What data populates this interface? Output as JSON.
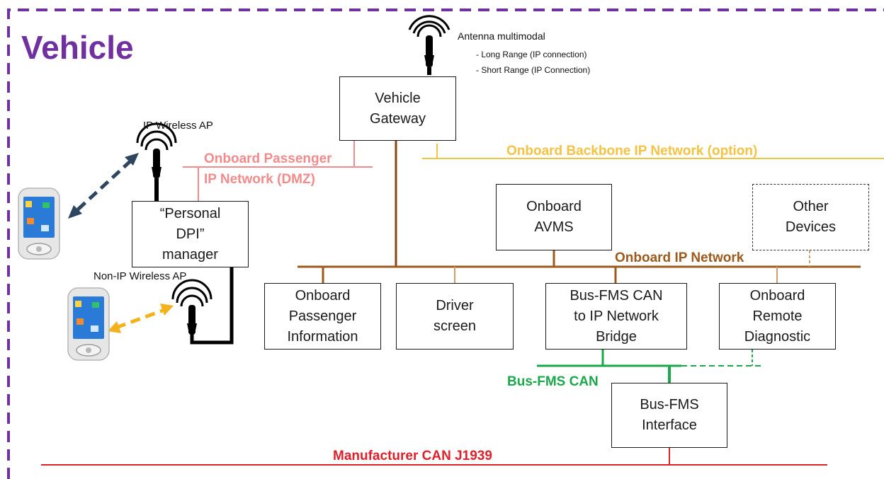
{
  "title": "Vehicle",
  "antenna": {
    "label": "Antenna multimodal",
    "sub": [
      "- Long Range (IP connection)",
      "- Short Range (IP Connection)"
    ]
  },
  "networks": {
    "passenger_line1": "Onboard Passenger",
    "passenger_line2": "IP Network (DMZ)",
    "backbone": "Onboard Backbone IP Network (option)",
    "onboard_ip": "Onboard IP Network",
    "bus_fms_can": "Bus-FMS CAN",
    "manufacturer_can": "Manufacturer CAN J1939"
  },
  "access_points": {
    "ip_wireless": "IP Wireless AP",
    "non_ip_wireless": "Non-IP Wireless AP"
  },
  "boxes": {
    "gateway": "Vehicle\nGateway",
    "dpi_manager": "“Personal\nDPI”\nmanager",
    "avms": "Onboard\nAVMS",
    "other_devices": "Other\nDevices",
    "passenger_info": "Onboard\nPassenger\nInformation",
    "driver_screen": "Driver\nscreen",
    "bridge": "Bus-FMS CAN\nto IP Network\nBridge",
    "remote_diag": "Onboard\nRemote\nDiagnostic",
    "fms_interface": "Bus-FMS\nInterface"
  },
  "colors": {
    "title": "#7030a0",
    "frame": "#7030a0",
    "passenger_net": "#f28b8b",
    "backbone_net": "#f5c242",
    "onboard_ip_net": "#9c5a1c",
    "bus_fms_can": "#1aa84a",
    "manufacturer_can": "#e0202a",
    "ip_link_arrow": "#2e4560",
    "non_ip_link_arrow": "#f3b21a"
  }
}
